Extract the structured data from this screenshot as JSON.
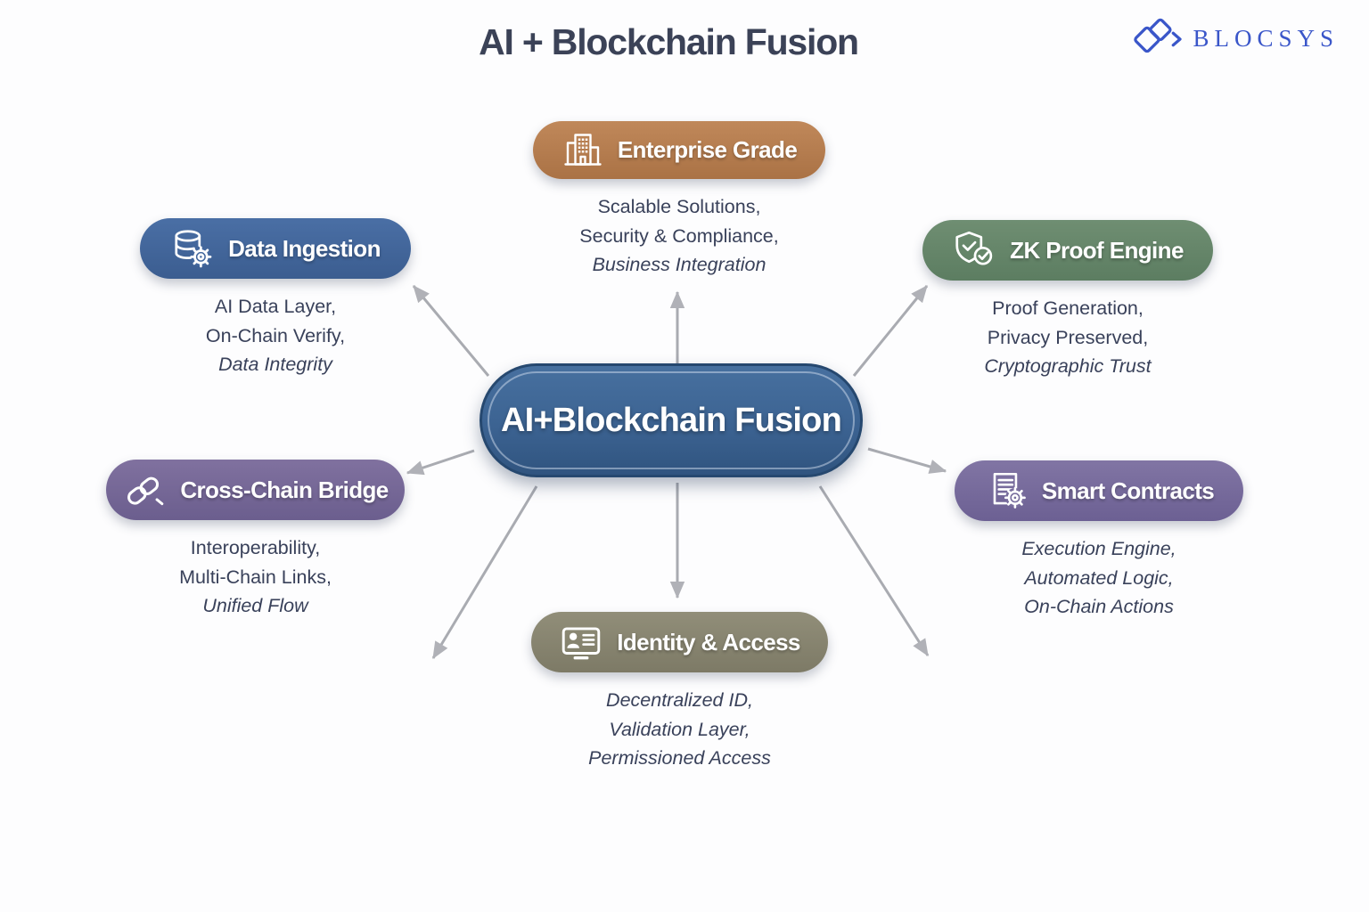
{
  "page": {
    "title": "AI + Blockchain Fusion",
    "background": "#fdfdfe",
    "text_color": "#3b4257"
  },
  "logo": {
    "text": "BLOCSYS",
    "icon": "blocsys-diamonds-icon",
    "color": "#3a56c9"
  },
  "center": {
    "label": "AI+Blockchain Fusion",
    "color": "#3c6392",
    "border_color": "#26486f"
  },
  "nodes": [
    {
      "id": "enterprise-grade",
      "label": "Enterprise Grade",
      "icon": "building-icon",
      "color": "#b57d4f",
      "desc": [
        "Scalable Solutions,",
        "Security & Compliance,",
        "Business Integration"
      ]
    },
    {
      "id": "data-ingestion",
      "label": "Data Ingestion",
      "icon": "database-gear-icon",
      "color": "#44689e",
      "desc": [
        "AI Data Layer,",
        "On-Chain Verify,",
        "Data Integrity"
      ]
    },
    {
      "id": "zk-proof-engine",
      "label": "ZK Proof Engine",
      "icon": "shield-check-icon",
      "color": "#66876a",
      "desc": [
        "Proof Generation,",
        "Privacy Preserved,",
        "Cryptographic Trust"
      ]
    },
    {
      "id": "cross-chain-bridge",
      "label": "Cross-Chain Bridge",
      "icon": "chain-link-icon",
      "color": "#776a99",
      "desc": [
        "Interoperability,",
        "Multi-Chain Links,",
        "Unified Flow"
      ]
    },
    {
      "id": "smart-contracts",
      "label": "Smart Contracts",
      "icon": "contract-gear-icon",
      "color": "#786d9d",
      "desc": [
        "Execution Engine,",
        "Automated Logic,",
        "On-Chain Actions"
      ]
    },
    {
      "id": "identity-access",
      "label": "Identity & Access",
      "icon": "id-card-icon",
      "color": "#8a8772",
      "desc": [
        "Decentralized ID,",
        "Validation Layer,",
        "Permissioned Access"
      ]
    }
  ],
  "arrows": {
    "color": "#a9abb1",
    "head_color": "#b0b1b7",
    "directions": [
      "north",
      "north-east",
      "east",
      "south-east",
      "south",
      "south-west",
      "west",
      "north-west"
    ]
  }
}
